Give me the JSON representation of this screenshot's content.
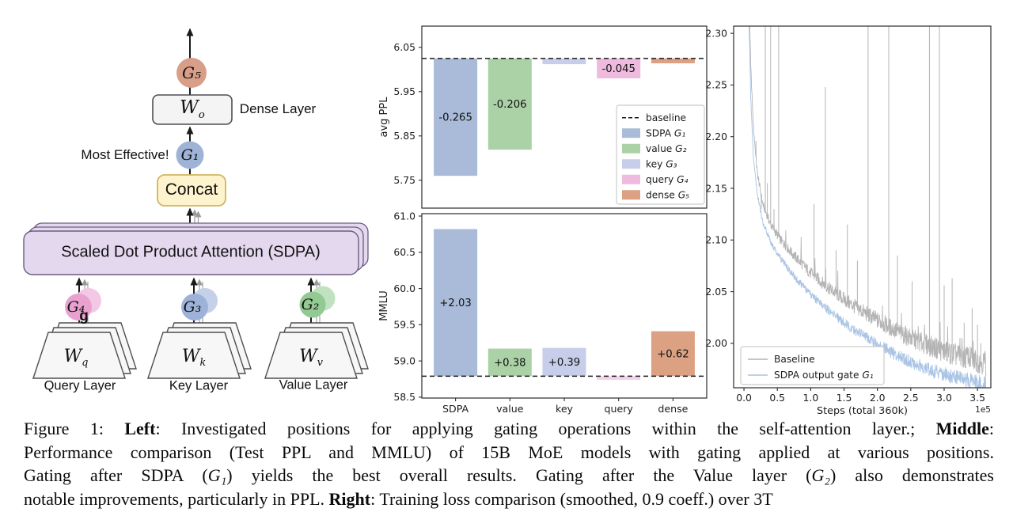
{
  "page": {
    "background": "#ffffff"
  },
  "diagram": {
    "gates": {
      "g5": "G₅",
      "g1": "G₁",
      "g4": "G₄",
      "g3": "G₃",
      "g2": "G₂"
    },
    "annotations": {
      "dense_layer": "Dense Layer",
      "most_effective": "Most Effective!",
      "stray_g": "g"
    },
    "boxes": {
      "wo_base": "W",
      "wo_sub": "o",
      "concat": "Concat",
      "sdpa": "Scaled Dot Product Attention (SDPA)"
    },
    "projections": {
      "q": {
        "base": "W",
        "sub": "q",
        "label": "Query Layer"
      },
      "k": {
        "base": "W",
        "sub": "k",
        "label": "Key Layer"
      },
      "v": {
        "base": "W",
        "sub": "v",
        "label": "Value Layer"
      }
    },
    "colors": {
      "g5": "#d99e88",
      "g1": "#9fb3d6",
      "g4_front": "#e9a2d0",
      "g4_back": "#f3c8e4",
      "g3_front": "#9db2d8",
      "g3_back": "#c5d0e9",
      "g2_front": "#93c993",
      "g2_back": "#c0e2c0",
      "sdpa_fill": "#e4d8ee",
      "sdpa_stroke": "#6d5a80",
      "concat_fill": "#fdf3cd",
      "concat_stroke": "#d2b55e",
      "box_fill": "#f4f4f4",
      "box_stroke": "#4f4f4f",
      "trap_fill": "#f7f7f7",
      "trap_stroke": "#4f4f4f"
    }
  },
  "chart_data": [
    {
      "id": "avg_ppl",
      "type": "bar",
      "title": "",
      "ylabel": "avg PPL",
      "categories": [
        "SDPA",
        "value",
        "key",
        "query",
        "dense"
      ],
      "values": [
        5.76,
        5.819,
        6.012,
        5.98,
        6.014
      ],
      "baseline": {
        "value": 6.025,
        "label": "baseline"
      },
      "delta_labels": [
        "-0.265",
        "-0.206",
        "",
        "-0.045",
        ""
      ],
      "bar_colors": [
        "#a9bbd9",
        "#abd1a6",
        "#c6cee9",
        "#eebadd",
        "#dca183"
      ],
      "ylim": [
        5.687,
        6.098
      ],
      "yticks": [
        5.75,
        5.85,
        5.95,
        6.05
      ],
      "ytick_labels": [
        "5.75",
        "5.85",
        "5.95",
        "6.05"
      ],
      "show_xticklabels": false,
      "legend": {
        "position": "lower right",
        "entries": [
          {
            "label": "baseline",
            "math": "",
            "type": "dashed",
            "color": "#1a1a1a"
          },
          {
            "label": "SDPA ",
            "math": "G₁",
            "type": "patch",
            "color": "#a9bbd9"
          },
          {
            "label": "value ",
            "math": "G₂",
            "type": "patch",
            "color": "#abd1a6"
          },
          {
            "label": "key ",
            "math": "G₃",
            "type": "patch",
            "color": "#c6cee9"
          },
          {
            "label": "query ",
            "math": "G₄",
            "type": "patch",
            "color": "#eebadd"
          },
          {
            "label": "dense ",
            "math": "G₅",
            "type": "patch",
            "color": "#dca183"
          }
        ]
      }
    },
    {
      "id": "mmlu",
      "type": "bar",
      "title": "",
      "ylabel": "MMLU",
      "categories": [
        "SDPA",
        "value",
        "key",
        "query",
        "dense"
      ],
      "values": [
        60.82,
        59.17,
        59.18,
        58.74,
        59.41
      ],
      "baseline": {
        "value": 58.79,
        "label": "baseline"
      },
      "delta_labels": [
        "+2.03",
        "+0.38",
        "+0.39",
        "",
        "+0.62"
      ],
      "bar_colors": [
        "#a9bbd9",
        "#abd1a6",
        "#c6cee9",
        "#f3d3e9",
        "#dca183"
      ],
      "ylim": [
        58.488,
        61.033
      ],
      "yticks": [
        58.5,
        59.0,
        59.5,
        60.0,
        60.5,
        61.0
      ],
      "ytick_labels": [
        "58.5",
        "59.0",
        "59.5",
        "60.0",
        "60.5",
        "61.0"
      ],
      "show_xticklabels": true
    },
    {
      "id": "training_loss",
      "type": "line",
      "xlabel": "Steps (total 360k)",
      "x_scale_note": "1e5",
      "xlim": [
        -0.155,
        3.7
      ],
      "ylim": [
        1.957,
        2.307
      ],
      "xticks": [
        0.0,
        0.5,
        1.0,
        1.5,
        2.0,
        2.5,
        3.0,
        3.5
      ],
      "xtick_labels": [
        "0.0",
        "0.5",
        "1.0",
        "1.5",
        "2.0",
        "2.5",
        "3.0",
        "3.5"
      ],
      "yticks": [
        2.0,
        2.05,
        2.1,
        2.15,
        2.2,
        2.25,
        2.3
      ],
      "ytick_labels": [
        "2.00",
        "2.05",
        "2.10",
        "2.15",
        "2.20",
        "2.25",
        "2.30"
      ],
      "series": [
        {
          "name": "Baseline",
          "color": "#b4b4b4",
          "anchors": [
            [
              0.015,
              2.9
            ],
            [
              0.04,
              2.55
            ],
            [
              0.07,
              2.36
            ],
            [
              0.1,
              2.27
            ],
            [
              0.14,
              2.21
            ],
            [
              0.2,
              2.165
            ],
            [
              0.28,
              2.135
            ],
            [
              0.4,
              2.115
            ],
            [
              0.55,
              2.1
            ],
            [
              0.75,
              2.085
            ],
            [
              1.0,
              2.068
            ],
            [
              1.3,
              2.052
            ],
            [
              1.6,
              2.038
            ],
            [
              1.9,
              2.026
            ],
            [
              2.2,
              2.015
            ],
            [
              2.5,
              2.005
            ],
            [
              2.8,
              1.997
            ],
            [
              3.1,
              1.99
            ],
            [
              3.35,
              1.986
            ],
            [
              3.63,
              1.981
            ]
          ]
        },
        {
          "name": "SDPA output gate G₁",
          "color": "#a9c4e4",
          "anchors": [
            [
              0.015,
              2.88
            ],
            [
              0.04,
              2.52
            ],
            [
              0.07,
              2.33
            ],
            [
              0.1,
              2.24
            ],
            [
              0.14,
              2.18
            ],
            [
              0.2,
              2.145
            ],
            [
              0.28,
              2.118
            ],
            [
              0.4,
              2.098
            ],
            [
              0.55,
              2.082
            ],
            [
              0.75,
              2.065
            ],
            [
              1.0,
              2.047
            ],
            [
              1.3,
              2.03
            ],
            [
              1.6,
              2.015
            ],
            [
              1.9,
              2.003
            ],
            [
              2.2,
              1.992
            ],
            [
              2.5,
              1.982
            ],
            [
              2.8,
              1.974
            ],
            [
              3.1,
              1.968
            ],
            [
              3.35,
              1.964
            ],
            [
              3.63,
              1.96
            ]
          ]
        }
      ],
      "spikes": {
        "color": "#b4b4b4",
        "full_height": [
          0.32,
          0.4,
          0.52,
          1.86,
          2.17,
          2.78,
          2.93
        ],
        "partial": [
          [
            0.18,
            2.196
          ],
          [
            0.22,
            2.16
          ],
          [
            0.26,
            2.13
          ],
          [
            0.35,
            2.155
          ],
          [
            0.45,
            2.13
          ],
          [
            0.57,
            2.1
          ],
          [
            1.05,
            2.135
          ],
          [
            1.22,
            2.248
          ],
          [
            1.38,
            2.09
          ],
          [
            1.55,
            2.115
          ],
          [
            1.7,
            2.08
          ],
          [
            2.3,
            2.085
          ],
          [
            2.52,
            2.06
          ],
          [
            3.0,
            2.056
          ],
          [
            3.12,
            2.063
          ],
          [
            3.3,
            2.02
          ],
          [
            3.42,
            2.034
          ],
          [
            3.5,
            2.018
          ],
          [
            3.55,
            2.0
          ]
        ]
      },
      "legend": {
        "position": "lower left",
        "entries": [
          {
            "label": "Baseline",
            "math": "",
            "type": "line",
            "color": "#b4b4b4"
          },
          {
            "label": "SDPA output gate ",
            "math": "G₁",
            "type": "line",
            "color": "#a9c4e4"
          }
        ]
      }
    }
  ],
  "caption": {
    "lines": [
      [
        {
          "t": "Figure 1: "
        },
        {
          "t": "Left",
          "b": 1
        },
        {
          "t": ": Investigated positions for applying gating operations within the self-attention layer.; "
        },
        {
          "t": "Middle",
          "b": 1
        },
        {
          "t": ":"
        }
      ],
      [
        {
          "t": "Performance comparison (Test PPL and MMLU) of 15B MoE models with gating applied at various positions."
        }
      ],
      [
        {
          "t": "Gating after SDPA ("
        },
        {
          "t": "G₁",
          "i": 1
        },
        {
          "t": ") yields the best overall results. Gating after the Value layer ("
        },
        {
          "t": "G₂",
          "i": 1
        },
        {
          "t": ") also demonstrates"
        }
      ],
      [
        {
          "t": "notable improvements, particularly in PPL. "
        },
        {
          "t": "Right",
          "b": 1
        },
        {
          "t": ": Training loss comparison (smoothed, 0.9 coeff.) over 3T"
        }
      ]
    ]
  }
}
